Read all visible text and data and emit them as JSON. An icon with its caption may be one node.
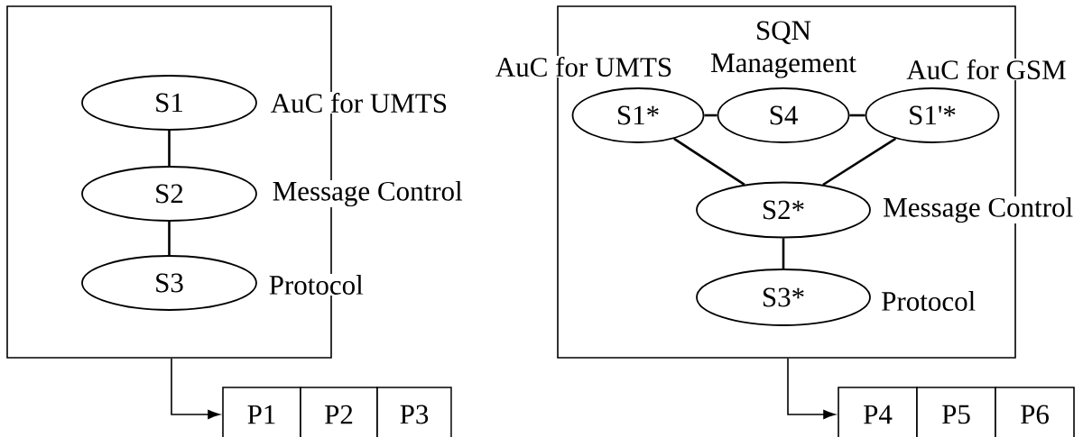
{
  "diagram": {
    "nodes": [
      {
        "text": [],
        "shape": "box"
      },
      {
        "text": [
          "S1"
        ],
        "in": 0,
        "beside": [
          "AuC for UMTS"
        ]
      },
      {
        "text": [
          "S2"
        ],
        "in": 0,
        "beside": [
          "Message Control"
        ]
      },
      {
        "text": [
          "S3"
        ],
        "in": 0,
        "beside": [
          "Protocol"
        ]
      },
      {
        "text": [
          "P1"
        ]
      },
      {
        "text": [
          "P2"
        ]
      },
      {
        "text": [
          "P3"
        ]
      },
      {
        "text": [],
        "shape": "box"
      },
      {
        "text": [
          "S1*"
        ],
        "in": 7,
        "beside": [
          "AuC for UMTS"
        ]
      },
      {
        "text": [
          "S4"
        ],
        "in": 7,
        "beside": [
          "SQN Management"
        ]
      },
      {
        "text": [
          "S1'*"
        ],
        "in": 7,
        "beside": [
          "AuC for GSM"
        ]
      },
      {
        "text": [
          "S2*"
        ],
        "in": 7,
        "beside": [
          "Message Control"
        ]
      },
      {
        "text": [
          "S3*"
        ],
        "in": 7,
        "beside": [
          "Protocol"
        ]
      },
      {
        "text": [
          "P4"
        ]
      },
      {
        "text": [
          "P5"
        ]
      },
      {
        "text": [
          "P6"
        ]
      }
    ],
    "edges": [
      {
        "from": 1,
        "to": 2,
        "arrow": "none"
      },
      {
        "from": 2,
        "to": 3,
        "arrow": "none"
      },
      {
        "from": 0,
        "to": 4,
        "arrow": "to"
      },
      {
        "from": 8,
        "to": 9,
        "arrow": "none"
      },
      {
        "from": 9,
        "to": 10,
        "arrow": "none"
      },
      {
        "from": 8,
        "to": 11,
        "arrow": "none"
      },
      {
        "from": 10,
        "to": 11,
        "arrow": "none"
      },
      {
        "from": 11,
        "to": 12,
        "arrow": "none"
      },
      {
        "from": 7,
        "to": 13,
        "arrow": "to"
      }
    ]
  }
}
